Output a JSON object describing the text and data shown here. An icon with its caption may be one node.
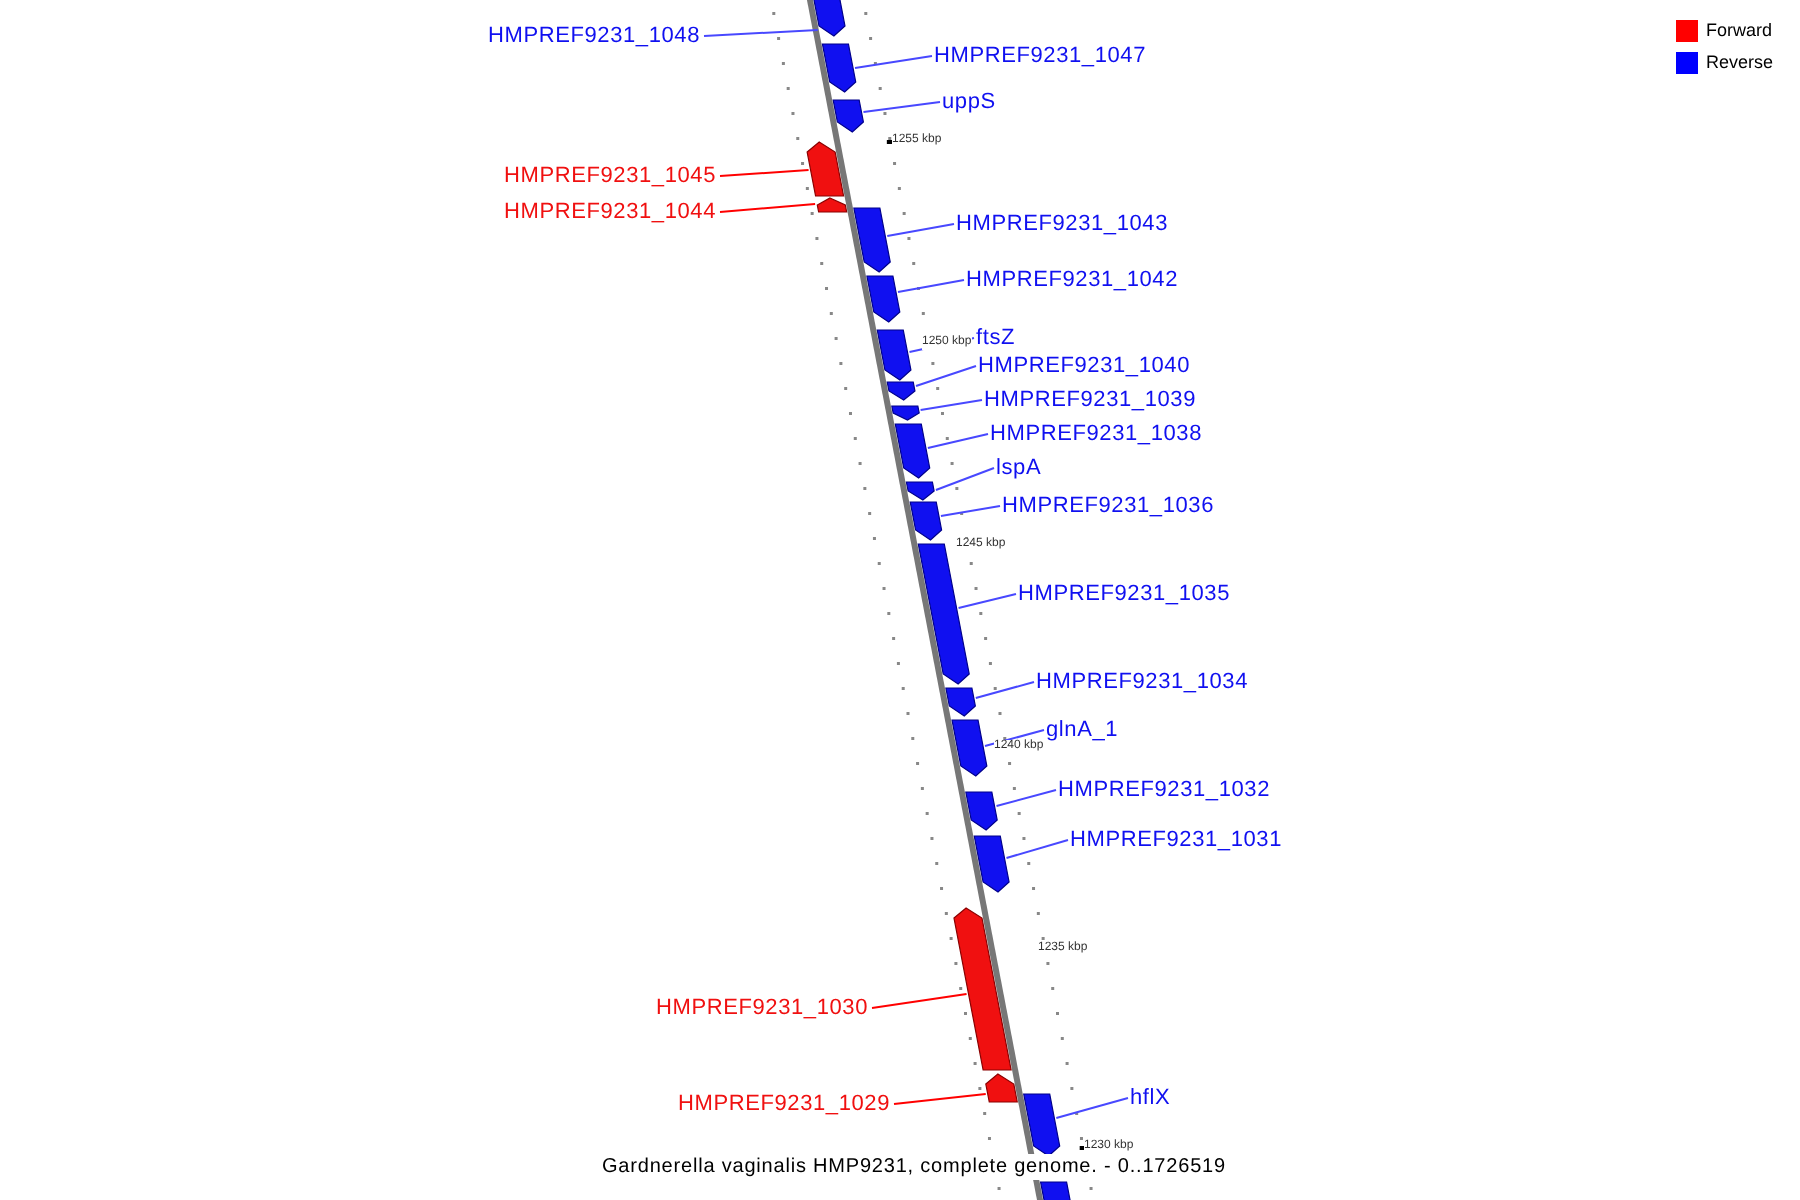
{
  "diagram": {
    "caption": "Gardnerella vaginalis HMP9231, complete genome. - 0..1726519",
    "nodes": [
      {
        "text": [
          "HMPREF9231_1048"
        ]
      },
      {
        "text": [],
        "shape": "bar"
      },
      {
        "text": [
          "HMPREF9231_1047"
        ]
      },
      {
        "text": [],
        "shape": "bar"
      },
      {
        "text": [
          "uppS"
        ]
      },
      {
        "text": [],
        "shape": "bar"
      },
      {
        "text": [
          "HMPREF9231_1045"
        ]
      },
      {
        "text": [],
        "shape": "bar"
      },
      {
        "text": [
          "HMPREF9231_1044"
        ]
      },
      {
        "text": [],
        "shape": "bar"
      },
      {
        "text": [
          "HMPREF9231_1043"
        ]
      },
      {
        "text": [],
        "shape": "bar"
      },
      {
        "text": [
          "HMPREF9231_1042"
        ]
      },
      {
        "text": [],
        "shape": "bar"
      },
      {
        "text": [
          "ftsZ"
        ]
      },
      {
        "text": [],
        "shape": "bar"
      },
      {
        "text": [
          "HMPREF9231_1040"
        ]
      },
      {
        "text": [],
        "shape": "bar"
      },
      {
        "text": [
          "HMPREF9231_1039"
        ]
      },
      {
        "text": [],
        "shape": "bar"
      },
      {
        "text": [
          "HMPREF9231_1038"
        ]
      },
      {
        "text": [],
        "shape": "bar"
      },
      {
        "text": [
          "lspA"
        ]
      },
      {
        "text": [],
        "shape": "bar"
      },
      {
        "text": [
          "HMPREF9231_1036"
        ]
      },
      {
        "text": [],
        "shape": "bar"
      },
      {
        "text": [
          "HMPREF9231_1035"
        ]
      },
      {
        "text": [],
        "shape": "bar"
      },
      {
        "text": [
          "HMPREF9231_1034"
        ]
      },
      {
        "text": [],
        "shape": "bar"
      },
      {
        "text": [
          "glnA_1"
        ]
      },
      {
        "text": [],
        "shape": "bar"
      },
      {
        "text": [
          "HMPREF9231_1032"
        ]
      },
      {
        "text": [],
        "shape": "bar"
      },
      {
        "text": [
          "HMPREF9231_1031"
        ]
      },
      {
        "text": [],
        "shape": "bar"
      },
      {
        "text": [
          "HMPREF9231_1030"
        ]
      },
      {
        "text": [],
        "shape": "bar"
      },
      {
        "text": [
          "HMPREF9231_1029"
        ]
      },
      {
        "text": [],
        "shape": "bar"
      },
      {
        "text": [
          "hflX"
        ]
      },
      {
        "text": [],
        "shape": "bar"
      },
      {
        "text": [],
        "shape": "bar"
      }
    ],
    "edges": [
      {
        "from": 0,
        "to": 1,
        "arrow": "none"
      },
      {
        "from": 2,
        "to": 3,
        "arrow": "none"
      },
      {
        "from": 4,
        "to": 5,
        "arrow": "none"
      },
      {
        "from": 6,
        "to": 7,
        "arrow": "none",
        "color": "#ff0000"
      },
      {
        "from": 8,
        "to": 9,
        "arrow": "none",
        "color": "#ff0000"
      },
      {
        "from": 10,
        "to": 11,
        "arrow": "none"
      },
      {
        "from": 12,
        "to": 13,
        "arrow": "none"
      },
      {
        "from": 14,
        "to": 15,
        "arrow": "none"
      },
      {
        "from": 16,
        "to": 17,
        "arrow": "none"
      },
      {
        "from": 18,
        "to": 19,
        "arrow": "none"
      },
      {
        "from": 20,
        "to": 21,
        "arrow": "none"
      },
      {
        "from": 22,
        "to": 23,
        "arrow": "none"
      },
      {
        "from": 24,
        "to": 25,
        "arrow": "none"
      },
      {
        "from": 26,
        "to": 27,
        "arrow": "none"
      },
      {
        "from": 28,
        "to": 29,
        "arrow": "none"
      },
      {
        "from": 30,
        "to": 31,
        "arrow": "none"
      },
      {
        "from": 32,
        "to": 33,
        "arrow": "none"
      },
      {
        "from": 34,
        "to": 35,
        "arrow": "none"
      },
      {
        "from": 36,
        "to": 37,
        "arrow": "none",
        "color": "#ff0000"
      },
      {
        "from": 38,
        "to": 39,
        "arrow": "none",
        "color": "#ff0000"
      },
      {
        "from": 40,
        "to": 41,
        "arrow": "none"
      }
    ],
    "labels": [
      "1255 kbp",
      "1250 kbp",
      "1245 kbp",
      "1240 kbp",
      "1235 kbp",
      "1230 kbp"
    ],
    "legend": [
      {
        "text": "Forward",
        "color": "#ff0000"
      },
      {
        "text": "Reverse",
        "color": "#0000ff"
      }
    ]
  }
}
